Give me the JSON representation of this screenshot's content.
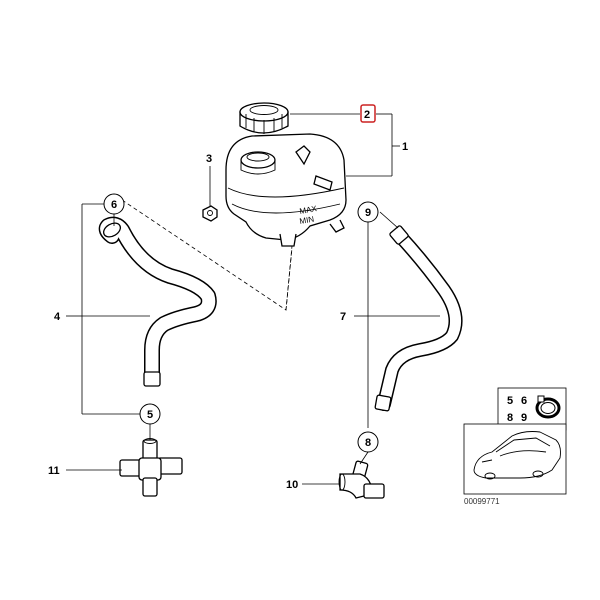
{
  "diagram": {
    "callouts": {
      "c1": "1",
      "c2": "2",
      "c3": "3",
      "c4": "4",
      "c5": "5",
      "c6": "6",
      "c7": "7",
      "c8": "8",
      "c9": "9",
      "c10": "10",
      "c11": "11"
    },
    "tank_marking": "MAX",
    "inset": {
      "refs": [
        "5",
        "6",
        "8",
        "9"
      ],
      "code": "00099771"
    },
    "colors": {
      "highlight": "#cc2222",
      "line": "#000000"
    }
  }
}
